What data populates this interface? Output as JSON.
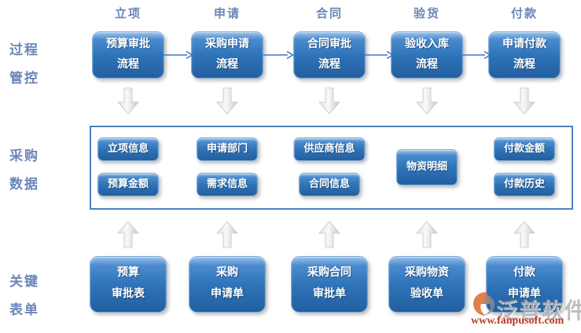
{
  "row_labels": {
    "process": [
      "过程",
      "管控"
    ],
    "data": [
      "采购",
      "数据"
    ],
    "forms": [
      "关键",
      "表单"
    ]
  },
  "columns": [
    {
      "header": "立项",
      "process": [
        "预算审批",
        "流程"
      ],
      "data": [
        "立项信息",
        "预算金额"
      ],
      "form": [
        "预算",
        "审批表"
      ]
    },
    {
      "header": "申请",
      "process": [
        "采购申请",
        "流程"
      ],
      "data": [
        "申请部门",
        "需求信息"
      ],
      "form": [
        "采购",
        "申请单"
      ]
    },
    {
      "header": "合同",
      "process": [
        "合同审批",
        "流程"
      ],
      "data": [
        "供应商信息",
        "合同信息"
      ],
      "form": [
        "采购合同",
        "审批单"
      ]
    },
    {
      "header": "验货",
      "process": [
        "验收入库",
        "流程"
      ],
      "data": [
        "物资明细"
      ],
      "form": [
        "采购物资",
        "验收单"
      ]
    },
    {
      "header": "付款",
      "process": [
        "申请付款",
        "流程"
      ],
      "data": [
        "付款金额",
        "付款历史"
      ],
      "form": [
        "付款",
        "申请单"
      ]
    }
  ],
  "watermark": {
    "brand": "泛普软件",
    "url": "www.fanpusoft.com"
  },
  "colors": {
    "label_text": "#6a85b9",
    "box_top": "#9cc3e8",
    "box_mid": "#2e73b8",
    "box_bottom": "#235f9f",
    "container_border": "#4f81bd",
    "flow_arrow": "#4472c4",
    "block_arrow": "#d9d9d9",
    "watermark_red": "#c03a28",
    "watermark_gray": "#969696"
  }
}
